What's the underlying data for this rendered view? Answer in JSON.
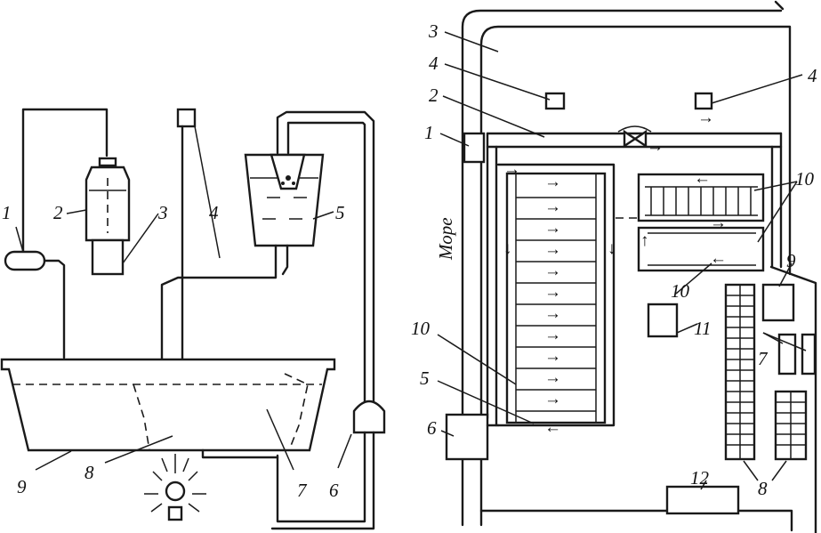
{
  "left_diagram": {
    "labels": {
      "n1": "1",
      "n2": "2",
      "n3": "3",
      "n4": "4",
      "n5": "5",
      "n6": "6",
      "n7": "7",
      "n8": "8",
      "n9": "9"
    }
  },
  "right_diagram": {
    "sea_label": "Море",
    "labels": {
      "n1": "1",
      "n2": "2",
      "n3": "3",
      "n4a": "4",
      "n4b": "4",
      "n5": "5",
      "n6": "6",
      "n7": "7",
      "n8": "8",
      "n9": "9",
      "n10a": "10",
      "n10b": "10",
      "n10c": "10",
      "n11": "11",
      "n12": "12"
    }
  }
}
